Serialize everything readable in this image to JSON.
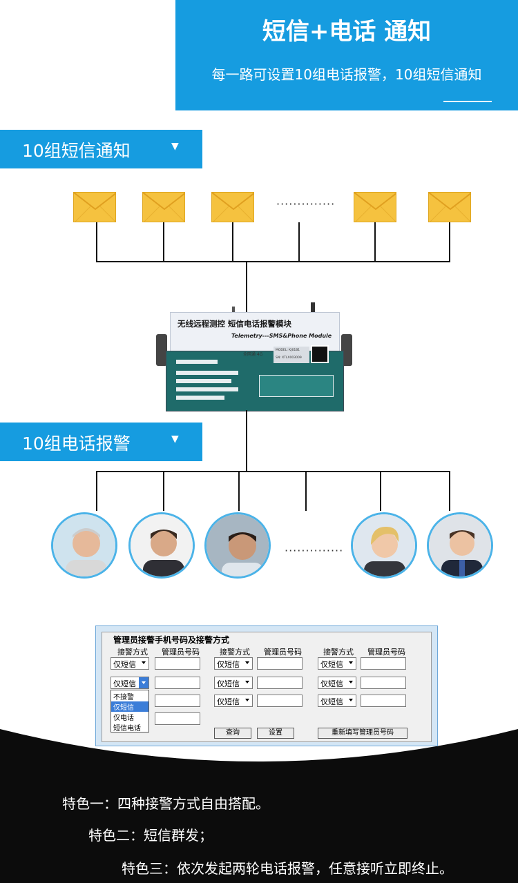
{
  "header": {
    "title": "短信+电话 通知",
    "subtitle": "每一路可设置10组电话报警，10组短信通知"
  },
  "sms_section": {
    "label": "10组短信通知",
    "arrow": "▼",
    "ellipsis": "··············"
  },
  "phone_section": {
    "label": "10组电话报警",
    "arrow": "▼",
    "ellipsis": "··············"
  },
  "device": {
    "title": "无线远程测控 短信电话报警模块",
    "subtitle": "Telemetry---SMS&Phone Module",
    "network": "全网通 4G",
    "model": "MODEL: KJ61B1",
    "sn": "SN: XTLX003009"
  },
  "panel": {
    "title": "管理员接警手机号码及接警方式",
    "col_mode": "接警方式",
    "col_number": "管理员号码",
    "select_value": "仅短信",
    "dropdown_options": [
      "不接警",
      "仅短信",
      "仅电话",
      "短信电话"
    ],
    "buttons": {
      "query": "查询",
      "set": "设置",
      "rewrite": "重新填写管理员号码"
    }
  },
  "features": [
    "特色一：四种接警方式自由搭配。",
    "特色二：短信群发；",
    "特色三：依次发起两轮电话报警，任意接听立即终止。"
  ]
}
